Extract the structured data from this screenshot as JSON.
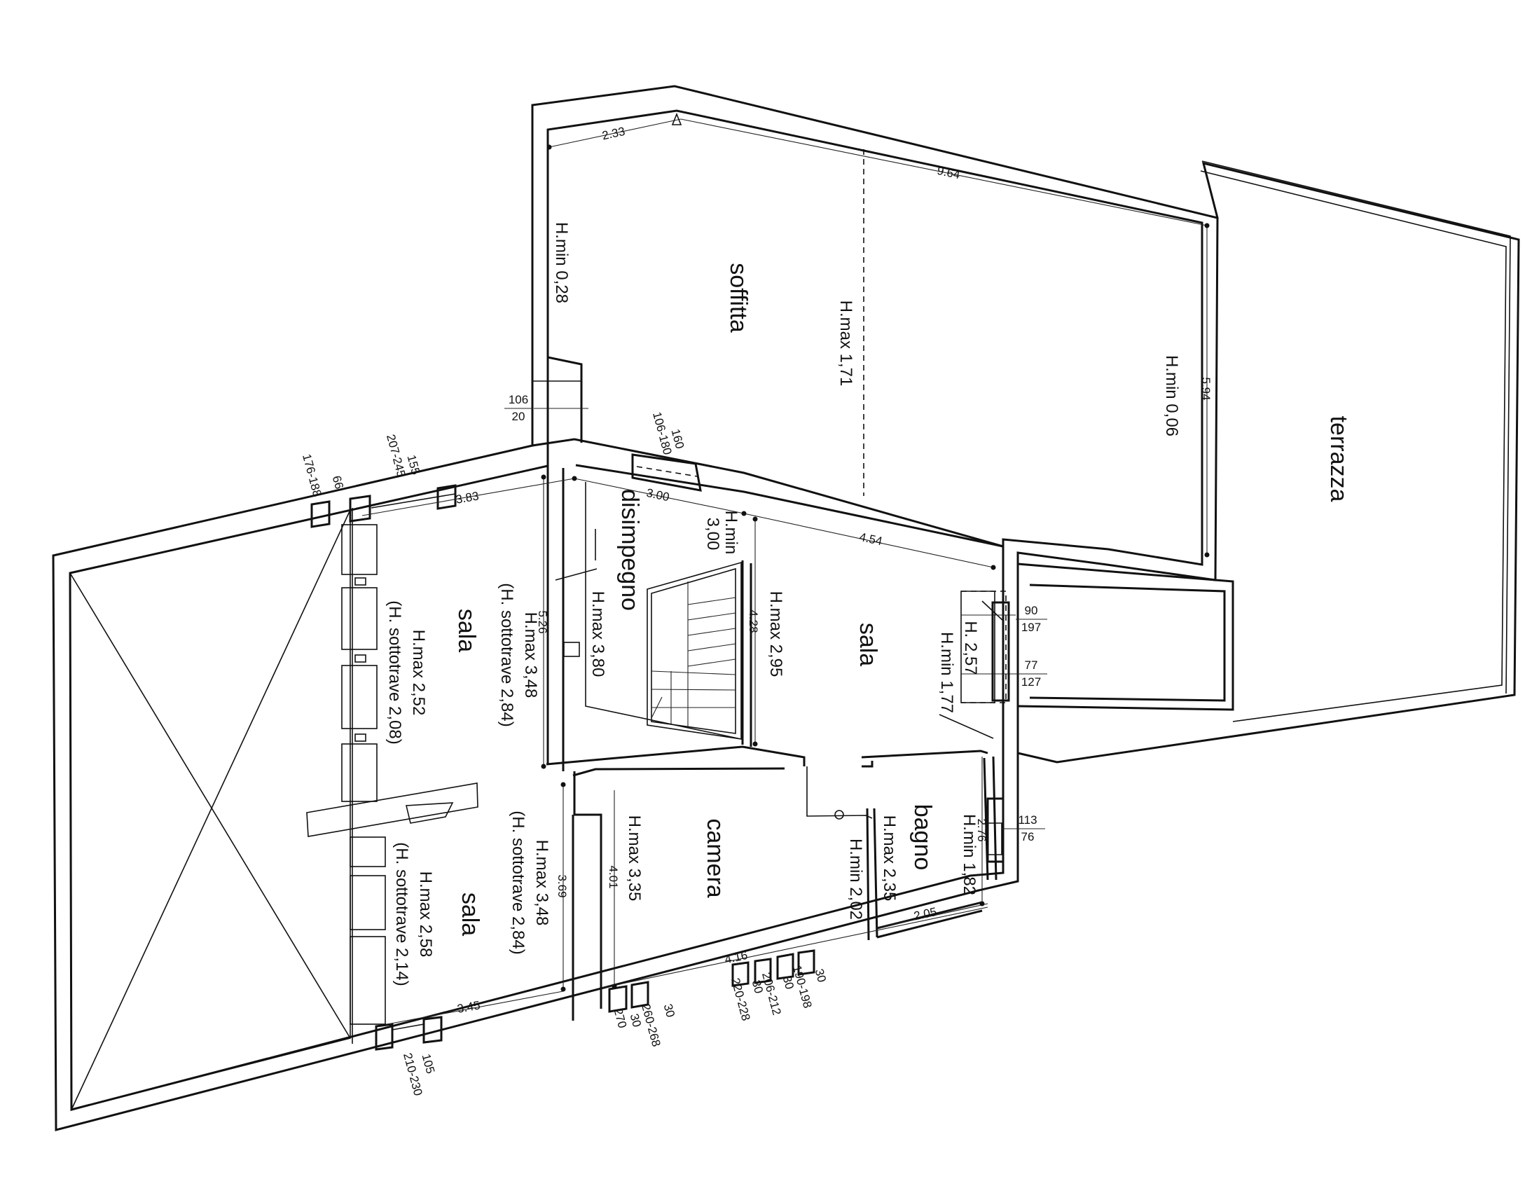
{
  "rooms": {
    "soffitta": "soffitta",
    "terrazza": "terrazza",
    "disimpegno": "disimpegno",
    "sala_left_top": "sala",
    "sala_left_bottom": "sala",
    "sala_right": "sala",
    "camera": "camera",
    "bagno": "bagno"
  },
  "heights": {
    "soffitta_hmin_left": "H.min 0,28",
    "soffitta_hmax": "H.max 1,71",
    "soffitta_hmin_right": "H.min 0,06",
    "sala_top_hmax": "H.max 2,52",
    "sala_top_sotto": "(H. sottotrave 2,08)",
    "sala_top_hmax2": "H.max 3,48",
    "sala_top_sotto2": "(H. sottotrave 2,84)",
    "disimpegno_hmax": "H.max 3,80",
    "sala_right_hmax": "H.max 2,95",
    "sala_right_hmin": "H.min 1,77",
    "sala_right_h": "H. 2,57",
    "hmin_300_a": "H.min",
    "hmin_300_b": "3,00",
    "sala_bottom_hmax": "H.max 2,58",
    "sala_bottom_sotto": "(H. sottotrave 2,14)",
    "sala_bottom_hmax2": "H.max 3,48",
    "sala_bottom_sotto2": "(H. sottotrave 2,84)",
    "camera_hmax": "H.max 3,35",
    "camera_hmin": "H.min 2,02",
    "bagno_hmax": "H.max 2,35",
    "bagno_hmin": "H.min 1,82"
  },
  "dimensions": {
    "d233": "2.33",
    "d964": "9.64",
    "d594": "5.94",
    "d383": "3.83",
    "d300": "3.00",
    "d454": "4.54",
    "d526": "5.26",
    "d428": "4.28",
    "d369": "3.69",
    "d345": "3.45",
    "d401": "4.01",
    "d416": "4.16",
    "d205": "2.05",
    "d276": "2.76"
  },
  "openings": {
    "o106": "106",
    "o20": "20",
    "o106_180": "106-180",
    "o160": "160",
    "o176_188": "176-188",
    "o66": "66",
    "o207_245": "207-245",
    "o155": "155",
    "o90": "90",
    "o197": "197",
    "o77": "77",
    "o127": "127",
    "o113": "113",
    "o76": "76",
    "o105": "105",
    "o210_230": "210-230",
    "o270": "270",
    "o30a": "30",
    "o260_268": "260-268",
    "o30b": "30",
    "o220_228": "220-228",
    "o30c": "30",
    "o206_212": "206-212",
    "o30d": "30",
    "o190_198": "190-198",
    "o30e": "30"
  }
}
